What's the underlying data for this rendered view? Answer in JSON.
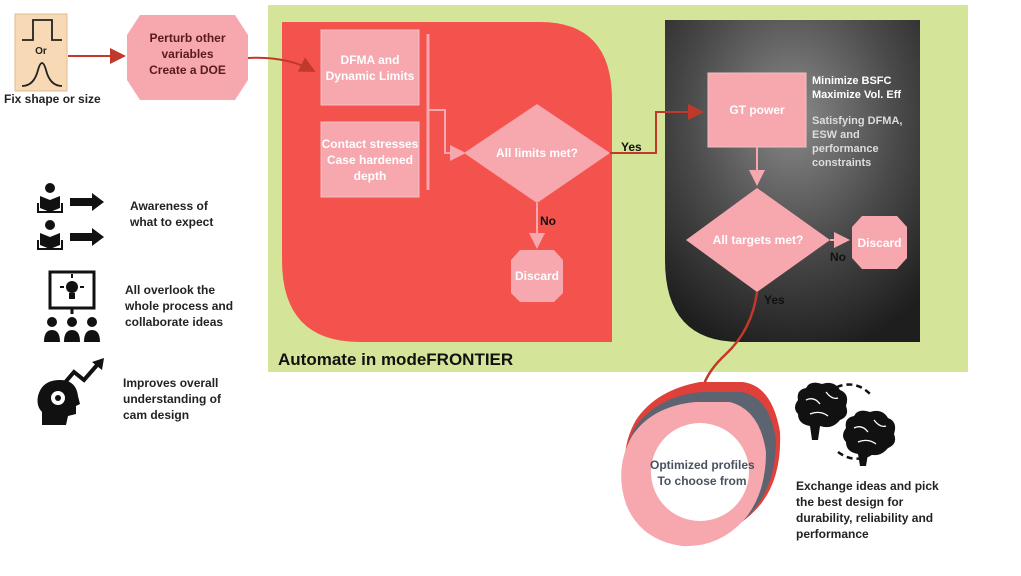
{
  "shape_icon": {
    "or_label": "Or",
    "caption": "Fix shape or size"
  },
  "perturb": {
    "line1": "Perturb other",
    "line2": "variables",
    "line3": "Create a DOE"
  },
  "red_panel": {
    "dfma_line1": "DFMA and",
    "dfma_line2": "Dynamic Limits",
    "contact_line1": "Contact stresses",
    "contact_line2": "Case hardened",
    "contact_line3": "depth",
    "decision": "All limits met?",
    "yes": "Yes",
    "no": "No",
    "discard": "Discard"
  },
  "dark_panel": {
    "gt_power": "GT power",
    "objective1": "Minimize BSFC",
    "objective2": "Maximize Vol. Eff",
    "constraint1": "Satisfying DFMA,",
    "constraint2": "ESW and",
    "constraint3": "performance",
    "constraint4": "constraints",
    "decision": "All targets met?",
    "no": "No",
    "yes": "Yes",
    "discard": "Discard"
  },
  "automate_label": "Automate in modeFRONTIER",
  "optimized": {
    "line1": "Optimized profiles",
    "line2": "To choose from"
  },
  "benefits": [
    {
      "line1": "Awareness of",
      "line2": "what to expect",
      "line3": ""
    },
    {
      "line1": "All overlook the",
      "line2": "whole process and",
      "line3": "collaborate ideas"
    },
    {
      "line1": "Improves overall",
      "line2": "understanding of",
      "line3": "cam design"
    }
  ],
  "exchange": {
    "line1": "Exchange ideas and pick",
    "line2": "the best design for",
    "line3": "durability, reliability and",
    "line4": "performance"
  },
  "colors": {
    "green_bg": "#d4e59a",
    "red_panel": "#f4524d",
    "pink": "#f7a7ae",
    "dark_panel": "#3c3c3c",
    "arrow_red": "#c0392b",
    "arrow_pink": "#f7a7ae"
  },
  "icons": [
    "step-function-icon",
    "bump-curve-icon",
    "reading-person-icon",
    "arrow-right-icon",
    "presentation-board-icon",
    "team-icon",
    "head-gear-icon",
    "growth-arrow-icon",
    "brains-exchange-icon"
  ]
}
